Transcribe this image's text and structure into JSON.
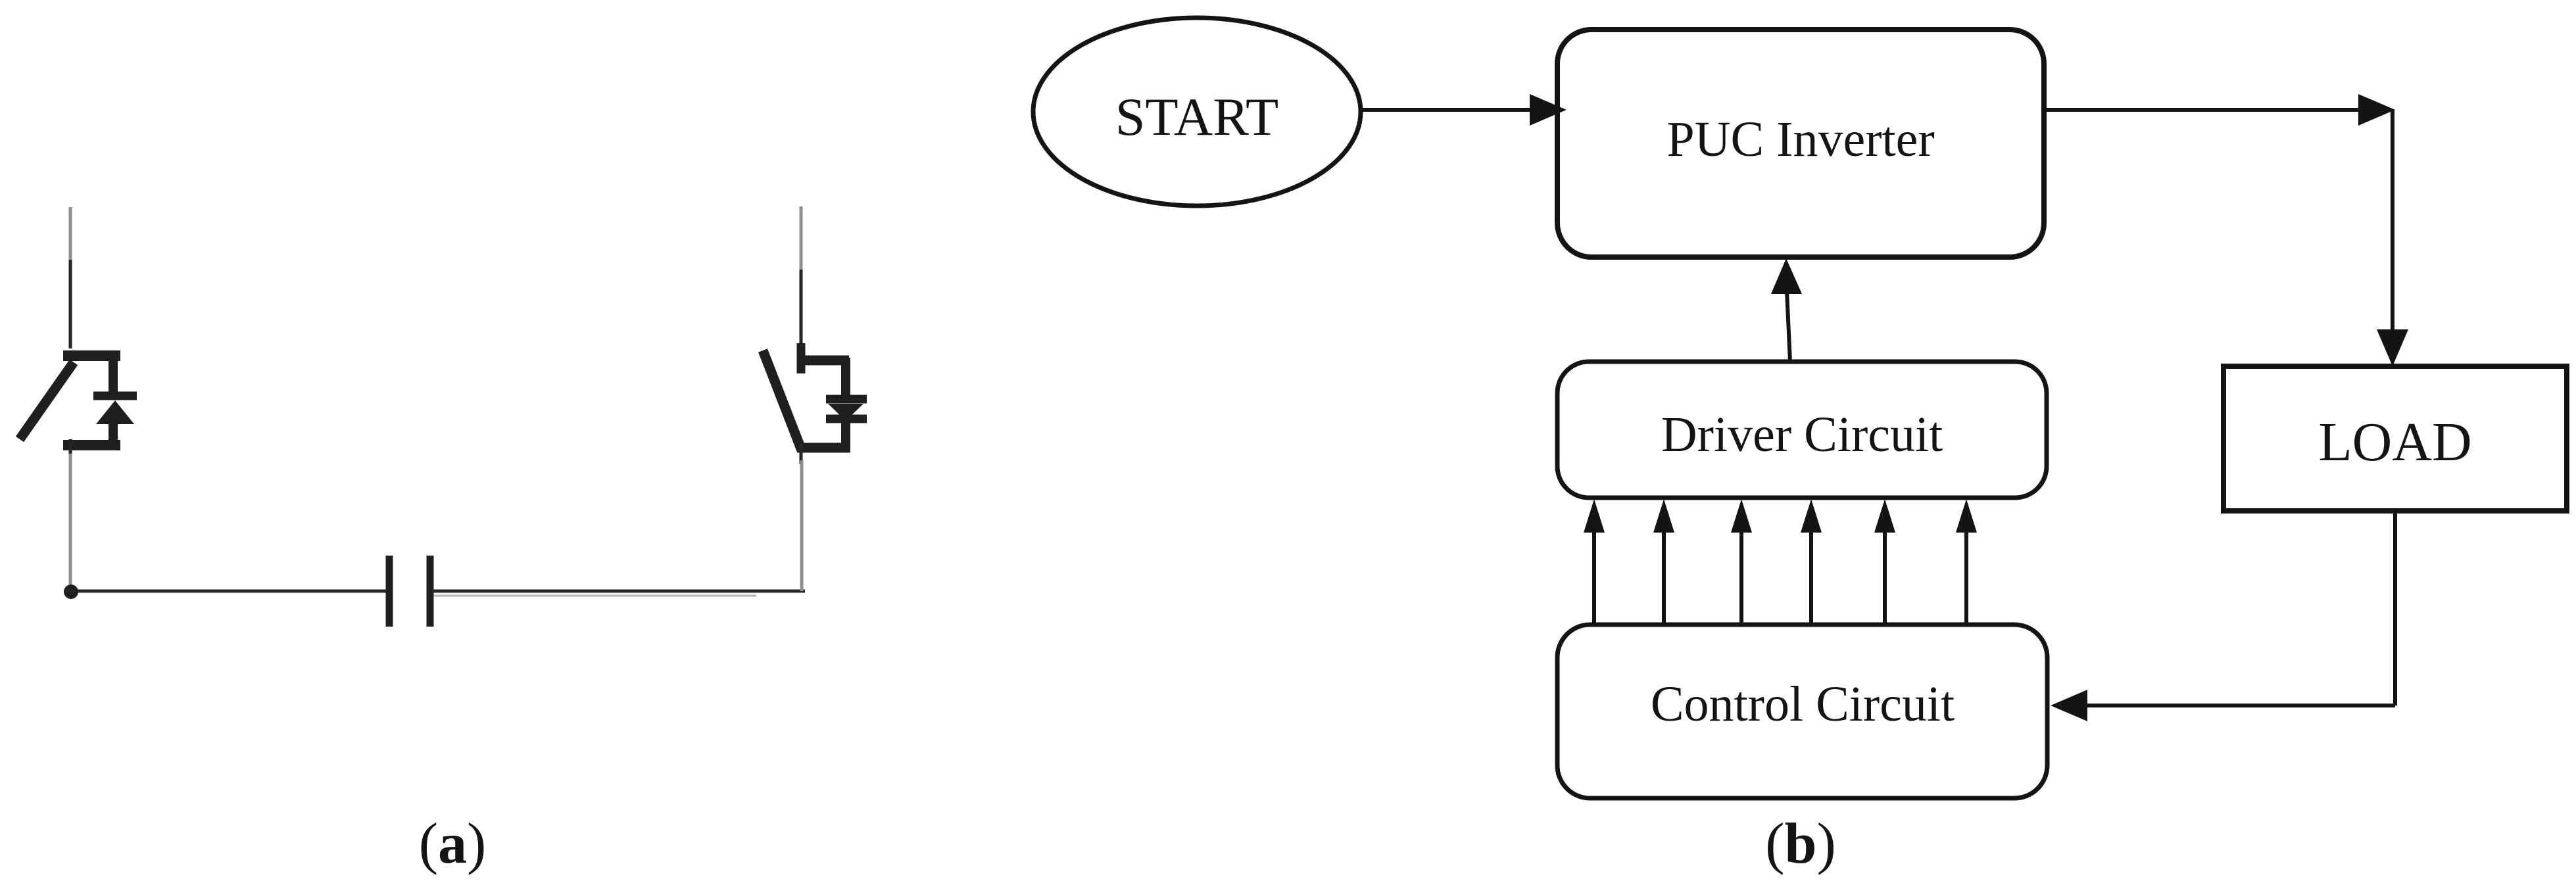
{
  "figure": {
    "panels": {
      "a": {
        "caption_open": "(",
        "caption_letter": "a",
        "caption_close": ")",
        "components": {
          "left_switch": "ideal-switch-with-antiparallel-diode",
          "capacitor": "dc-capacitor",
          "right_switch": "ideal-switch-with-antiparallel-diode"
        }
      },
      "b": {
        "caption_open": "(",
        "caption_letter": "b",
        "caption_close": ")",
        "nodes": {
          "start": "START",
          "puc_inverter": "PUC Inverter",
          "driver_circuit": "Driver Circuit",
          "control_circuit": "Control Circuit",
          "load": "LOAD"
        },
        "gate_signal_count": 6
      }
    },
    "colors": {
      "ink": "#141414",
      "symbol_ink": "#1f1f1f",
      "gray_wire": "#8f8f8f",
      "background": "#ffffff"
    }
  }
}
